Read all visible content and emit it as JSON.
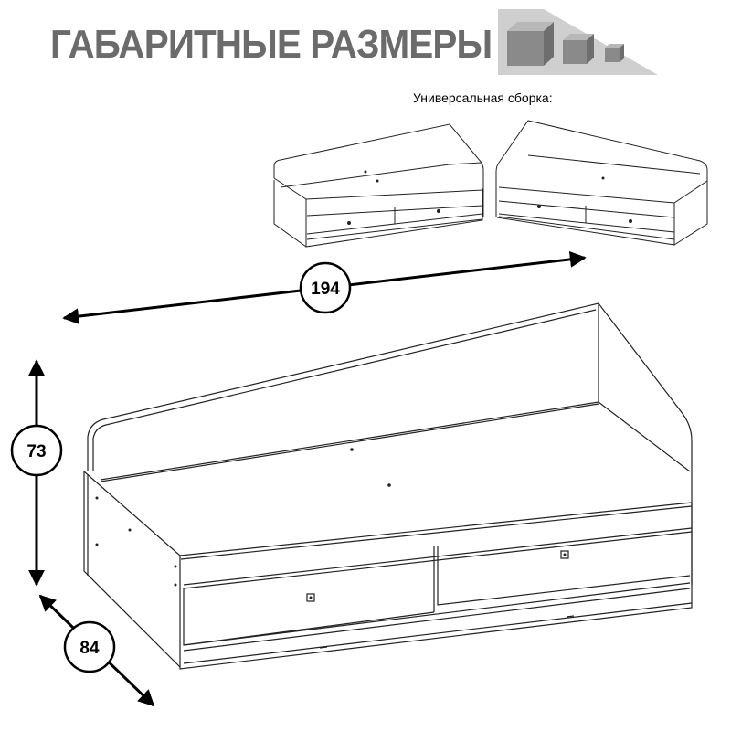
{
  "header": {
    "title": "ГАБАРИТНЫЕ РАЗМЕРЫ",
    "icon": "cubes-icon",
    "icon_colors": {
      "background": "#c8c8c8",
      "cube_face": "#8a8a8a",
      "cube_top": "#b4b4b4",
      "cube_side": "#6e6e6e"
    }
  },
  "assembly": {
    "caption": "Универсальная сборка:",
    "variants": [
      "left-headboard-bed",
      "right-headboard-bed"
    ]
  },
  "dimensions": {
    "length": "194",
    "height": "73",
    "depth": "84"
  }
}
